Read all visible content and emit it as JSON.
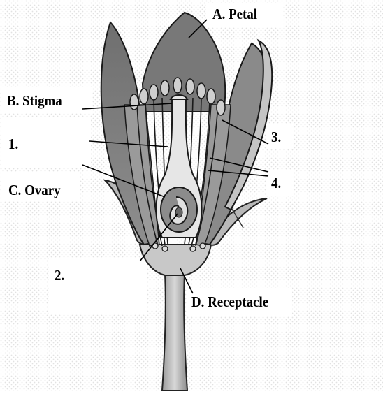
{
  "labels": {
    "petal": "A. Petal",
    "stigma": "B. Stigma",
    "ovary": "C. Ovary",
    "receptacle": "D. Receptacle",
    "num1": "1.",
    "num2": "2.",
    "num3": "3.",
    "num4": "4."
  },
  "colors": {
    "petal_fill": "#7d7d7d",
    "inner_fill": "#a8a8a8",
    "pale_fill": "#d3d3d3",
    "outline": "#1a1a1a",
    "background_dots": "#e4e4e4"
  }
}
